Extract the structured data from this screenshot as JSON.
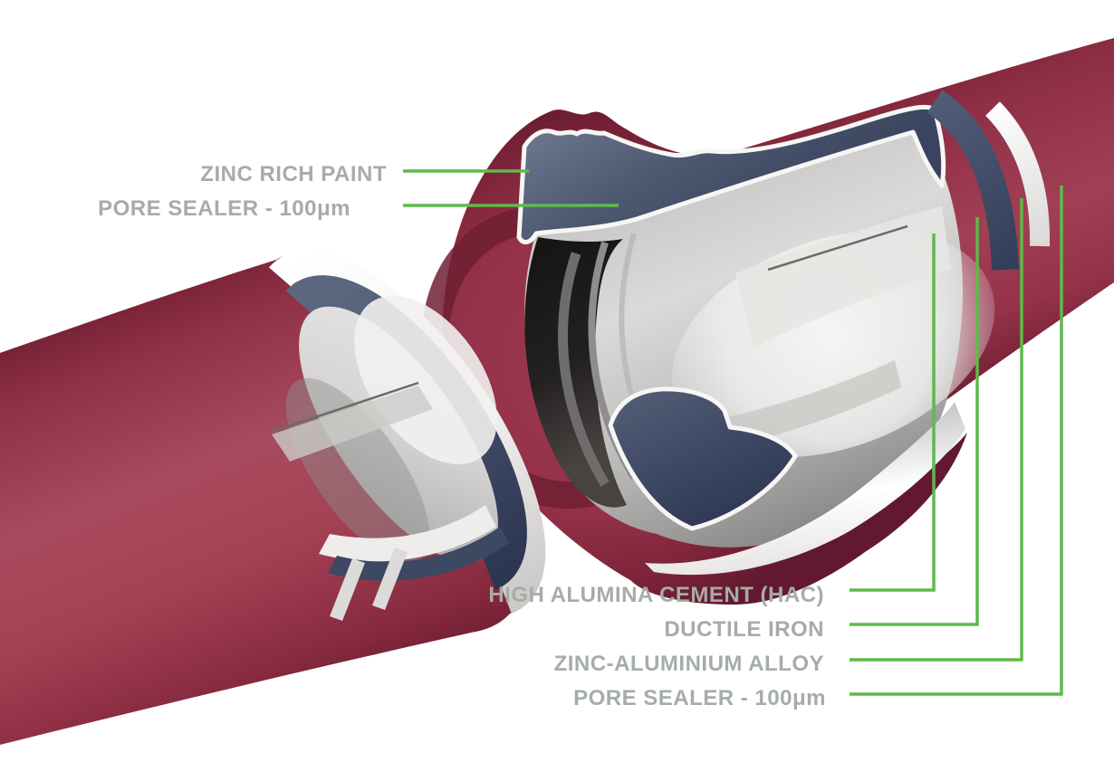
{
  "figure": {
    "type": "cutaway-diagram",
    "subject": "Ductile iron pipe joint – protective coating layers"
  },
  "labels": {
    "zinc_rich_paint": "ZINC RICH PAINT",
    "pore_sealer_top": "PORE SEALER - 100μm",
    "high_alumina_cement": "HIGH ALUMINA CEMENT (HAC)",
    "ductile_iron": "DUCTILE IRON",
    "zinc_aluminium_alloy": "ZINC-ALUMINIUM ALLOY",
    "pore_sealer_bottom": "PORE SEALER - 100μm"
  },
  "colors": {
    "leader_green": "#5fb94c",
    "label_text": "#a5ada6",
    "pipe_red": "#a23f55",
    "pipe_dark_red": "#701d30",
    "iron_navy": "#414c66",
    "cement_gray": "#d5d4d2",
    "coating_white": "#f1f0ee",
    "background": "#ffffff"
  }
}
